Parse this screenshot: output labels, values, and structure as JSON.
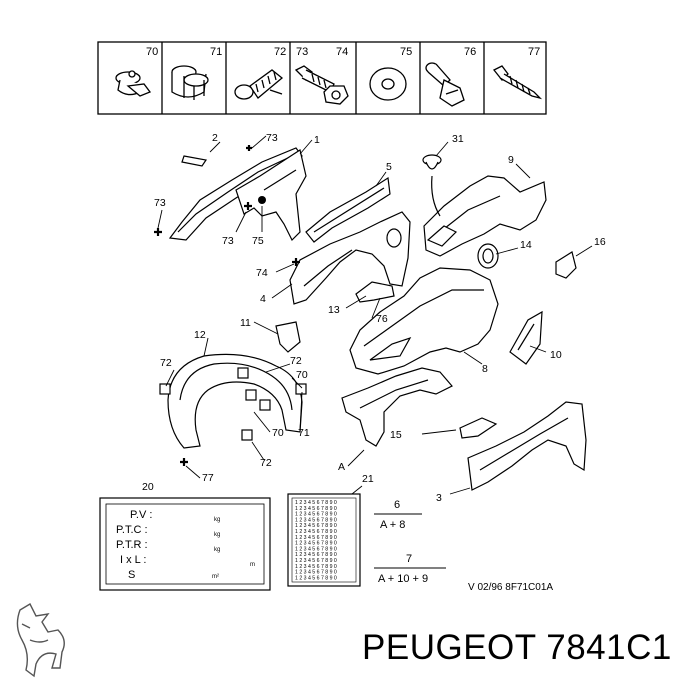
{
  "fasteners": [
    {
      "num": "70",
      "icon": "push-clip-icon"
    },
    {
      "num": "71",
      "icon": "rubber-grommet-icon"
    },
    {
      "num": "72",
      "icon": "expansion-rivet-icon"
    },
    {
      "num": "73",
      "num2": "74",
      "icon": "bolt-with-nut-icon"
    },
    {
      "num": "75",
      "icon": "washer-icon"
    },
    {
      "num": "76",
      "icon": "plug-clip-icon"
    },
    {
      "num": "77",
      "icon": "self-tapping-screw-icon"
    }
  ],
  "callouts": {
    "c1": "1",
    "c2": "2",
    "c3": "3",
    "c4": "4",
    "c5": "5",
    "c8": "8",
    "c9": "9",
    "c10": "10",
    "c11": "11",
    "c12": "12",
    "c13": "13",
    "c14": "14",
    "c15": "15",
    "c16": "16",
    "c20": "20",
    "c21": "21",
    "c31": "31",
    "c70a": "70",
    "c70b": "70",
    "c71": "71",
    "c72a": "72",
    "c72b": "72",
    "c72c": "72",
    "c73a": "73",
    "c73b": "73",
    "c73c": "73",
    "c74": "74",
    "c75": "75",
    "c76": "76",
    "c77": "77",
    "cA": "A"
  },
  "plate": {
    "labels": [
      "P.V :",
      "P.T.C :",
      "P.T.R :",
      "I x L :",
      "S"
    ],
    "units": [
      "kg",
      "kg",
      "kg",
      "m",
      "m²"
    ]
  },
  "digit_plate": {
    "row": "1 2 3 4 5 6 7 8 9 0",
    "rows": 14
  },
  "notes": {
    "n6": "6",
    "n6_formula": "A + 8",
    "n7": "7",
    "n7_formula": "A + 10 + 9",
    "ref": "V 02/96 8F71C01A"
  },
  "brand": {
    "name": "PEUGEOT",
    "part_number": "7841C1"
  },
  "colors": {
    "ink": "#000000",
    "paper": "#ffffff",
    "shade": "#d9d9d9"
  }
}
